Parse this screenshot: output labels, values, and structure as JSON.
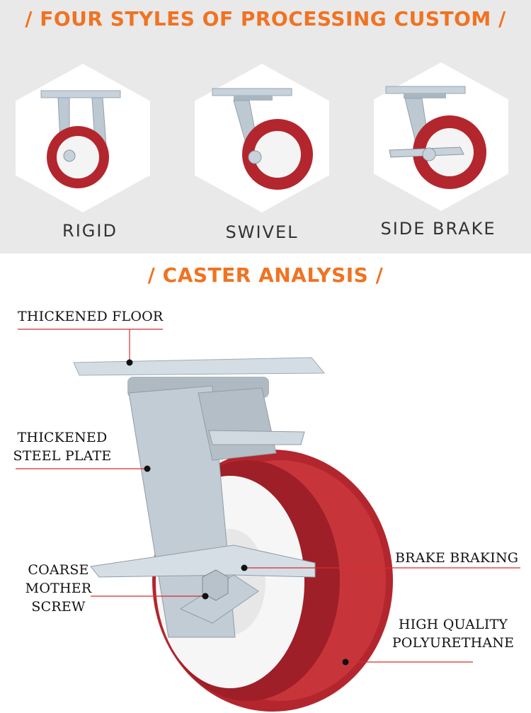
{
  "header": {
    "title": "/ FOUR STYLES OF PROCESSING CUSTOM /"
  },
  "styles": [
    {
      "label": "RIGID"
    },
    {
      "label": "SWIVEL"
    },
    {
      "label": "SIDE BRAKE"
    }
  ],
  "analysis": {
    "title": "/ CASTER ANALYSIS /",
    "callouts": {
      "thickened_floor": "THICKENED FLOOR",
      "thickened_steel_plate_line1": "THICKENED",
      "thickened_steel_plate_line2": "STEEL PLATE",
      "coarse_mother_screw_line1": "COARSE",
      "coarse_mother_screw_line2": "MOTHER SCREW",
      "brake_braking": "BRAKE BRAKING",
      "high_quality_line1": "HIGH QUALITY",
      "high_quality_line2": "POLYURETHANE"
    }
  },
  "colors": {
    "accent": "#f07322",
    "wheel_red": "#b3262e",
    "wheel_core": "#f4f4f4",
    "steel": "#c7d2db",
    "callout_line": "#d42d2d"
  }
}
